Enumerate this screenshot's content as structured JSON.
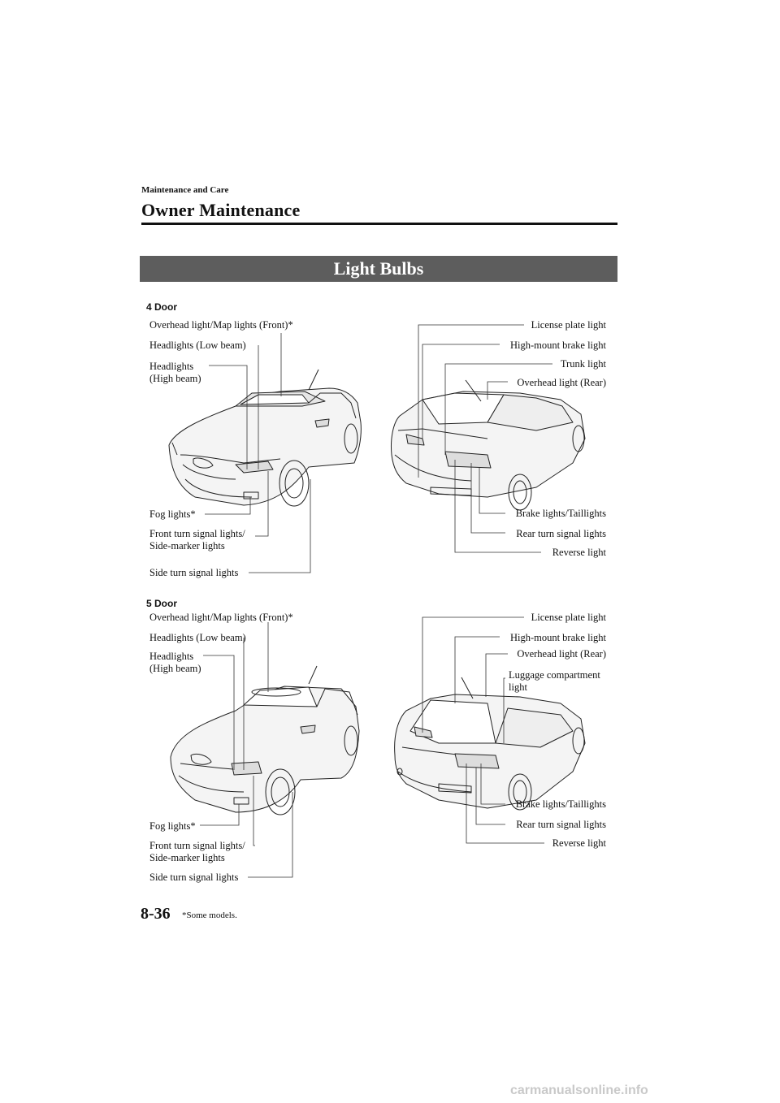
{
  "header": {
    "section": "Maintenance and Care",
    "title": "Owner Maintenance"
  },
  "banner": "Light Bulbs",
  "four_door": {
    "label": "4 Door",
    "front": {
      "overhead": "Overhead light/Map lights (Front)*",
      "low_beam": "Headlights (Low beam)",
      "high_beam_1": "Headlights",
      "high_beam_2": "(High beam)",
      "fog": "Fog lights*",
      "front_turn_1": "Front turn signal lights/",
      "front_turn_2": "Side-marker lights",
      "side_turn": "Side turn signal lights"
    },
    "rear": {
      "license": "License plate light",
      "high_mount": "High-mount brake light",
      "trunk": "Trunk light",
      "overhead_rear": "Overhead light (Rear)",
      "brake": "Brake lights/Taillights",
      "rear_turn": "Rear turn signal lights",
      "reverse": "Reverse light"
    }
  },
  "five_door": {
    "label": "5 Door",
    "front": {
      "overhead": "Overhead light/Map lights (Front)*",
      "low_beam": "Headlights (Low beam)",
      "high_beam_1": "Headlights",
      "high_beam_2": "(High beam)",
      "fog": "Fog lights*",
      "front_turn_1": "Front turn signal lights/",
      "front_turn_2": "Side-marker lights",
      "side_turn": "Side turn signal lights"
    },
    "rear": {
      "license": "License plate light",
      "high_mount": "High-mount brake light",
      "overhead_rear": "Overhead light (Rear)",
      "luggage_1": "Luggage compartment",
      "luggage_2": "light",
      "brake": "Brake lights/Taillights",
      "rear_turn": "Rear turn signal lights",
      "reverse": "Reverse light"
    }
  },
  "footer": {
    "page_number": "8-36",
    "footnote": "*Some models."
  },
  "watermark": "carmanualsonline.info"
}
